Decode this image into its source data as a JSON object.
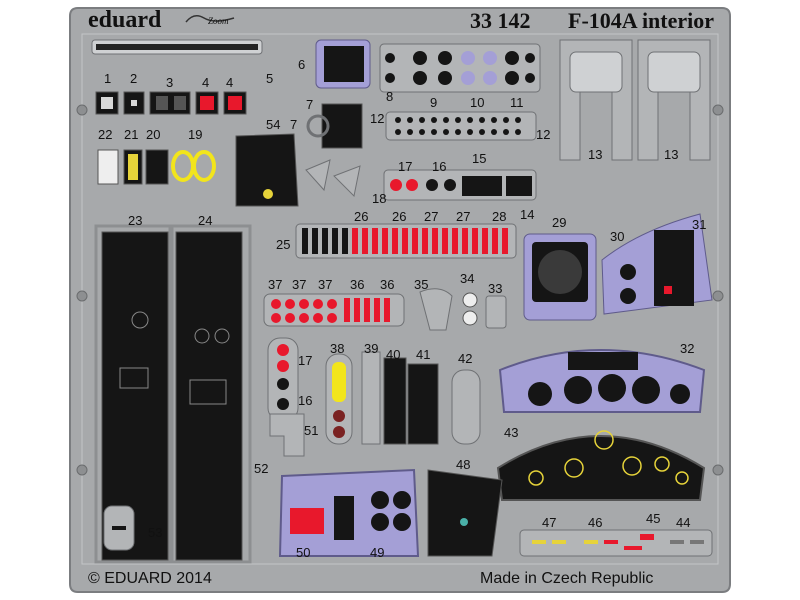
{
  "header": {
    "brand": "eduard",
    "logo_text": "Zoom",
    "set_number": "33 142",
    "set_title": "F-104A interior"
  },
  "footer": {
    "copyright": "© EDUARD 2014",
    "origin": "Made in Czech Republic"
  },
  "part_numbers": [
    "1",
    "2",
    "3",
    "4",
    "4",
    "5",
    "6",
    "7",
    "7",
    "8",
    "9",
    "10",
    "11",
    "12",
    "12",
    "13",
    "13",
    "54",
    "22",
    "21",
    "20",
    "19",
    "17",
    "16",
    "15",
    "18",
    "14",
    "25",
    "26",
    "26",
    "27",
    "27",
    "28",
    "29",
    "30",
    "31",
    "23",
    "24",
    "37",
    "37",
    "37",
    "36",
    "36",
    "35",
    "34",
    "33",
    "38",
    "39",
    "40",
    "41",
    "42",
    "32",
    "17",
    "16",
    "51",
    "43",
    "52",
    "48",
    "53",
    "50",
    "49",
    "47",
    "46",
    "45",
    "44"
  ],
  "colors": {
    "fret": "#a7a9ab",
    "fret_edge": "#7b7d80",
    "panel_black": "#151515",
    "panel_violet": "#a49fd6",
    "lamp_red": "#e8182c",
    "lamp_yellow": "#f2e51c",
    "dial_yellow": "#e6d33a"
  }
}
